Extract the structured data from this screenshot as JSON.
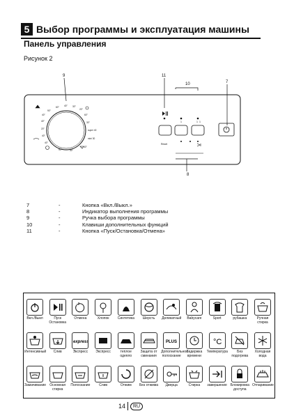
{
  "header": {
    "number": "5",
    "title": "Выбор программы и эксплуатация машины"
  },
  "subtitle": "Панель управления",
  "figure_label": "Рисунок 2",
  "panel": {
    "callouts": [
      "9",
      "11",
      "10",
      "7",
      "8"
    ],
    "dial_labels": [
      "90°",
      "60°",
      "40°",
      "30°",
      "20°",
      "40°",
      "60°",
      "40°",
      "30°",
      "20°",
      "40°",
      "40°",
      "90°",
      "30°",
      "40°"
    ],
    "dial_side_labels": [
      "super 40",
      "mini 30"
    ],
    "button_numbers": [
      "1",
      "1",
      "1"
    ],
    "bottom_labels": [
      "Reset"
    ]
  },
  "legend": [
    {
      "num": "7",
      "dash": "-",
      "text": "Кнопка «Вкл./Выкл.»"
    },
    {
      "num": "8",
      "dash": "-",
      "text": "Индикатор выполнения программы"
    },
    {
      "num": "9",
      "dash": "-",
      "text": "Ручка выбора программы"
    },
    {
      "num": "10",
      "dash": "-",
      "text": "Клавиши дополнительных функций"
    },
    {
      "num": "11",
      "dash": "-",
      "text": "Кнопка «Пуск/Остановка/Отмена»"
    }
  ],
  "symbols": [
    {
      "icon": "power-icon",
      "label": "Вкл./Выкл"
    },
    {
      "icon": "play-pause-icon",
      "label": "Пуск Остановка"
    },
    {
      "icon": "reset-icon",
      "label": "Отмена"
    },
    {
      "icon": "cotton-icon",
      "label": "Хлопок"
    },
    {
      "icon": "synthetic-icon",
      "label": "Синтетика"
    },
    {
      "icon": "wool-icon",
      "label": "Шерсть"
    },
    {
      "icon": "delicate-icon",
      "label": "Деликатный"
    },
    {
      "icon": "babycare-icon",
      "label": "Babycare"
    },
    {
      "icon": "sport-icon",
      "label": "Sport"
    },
    {
      "icon": "shirt-icon",
      "label": "рубашка"
    },
    {
      "icon": "handwash-icon",
      "label": "Ручная стирка"
    },
    {
      "icon": "intensive-icon",
      "label": "Интенсивный"
    },
    {
      "icon": "drain-icon",
      "label": "Слив"
    },
    {
      "icon": "express-icon",
      "label": "Экспресс"
    },
    {
      "icon": "express2-icon",
      "label": "Экспресс"
    },
    {
      "icon": "duvet-icon",
      "label": "теплое одеяло"
    },
    {
      "icon": "anticrease-icon",
      "label": "Защита от сминания"
    },
    {
      "icon": "extra-rinse-icon",
      "label": "Дополнительное полоскание"
    },
    {
      "icon": "delay-icon",
      "label": "Задержка времени"
    },
    {
      "icon": "temperature-icon",
      "label": "Температура"
    },
    {
      "icon": "no-heat-icon",
      "label": "Без подогрева"
    },
    {
      "icon": "cold-wash-icon",
      "label": "Холодная вода"
    },
    {
      "icon": "soak-icon",
      "label": "Замачивание"
    },
    {
      "icon": "main-wash-icon",
      "label": "Основная стирка"
    },
    {
      "icon": "rinse-icon",
      "label": "Полоскание"
    },
    {
      "icon": "drain2-icon",
      "label": "Слив"
    },
    {
      "icon": "spin-icon",
      "label": "Отжим"
    },
    {
      "icon": "no-spin-icon",
      "label": "Без отжима"
    },
    {
      "icon": "door-icon",
      "label": "Дверца"
    },
    {
      "icon": "wash-icon",
      "label": "Стирка"
    },
    {
      "icon": "end-icon",
      "label": "завершение"
    },
    {
      "icon": "child-lock-icon",
      "label": "Блокировка доступа"
    },
    {
      "icon": "easy-iron-icon",
      "label": "Отпаривание"
    }
  ],
  "footer": {
    "page": "14",
    "lang": "RU"
  }
}
